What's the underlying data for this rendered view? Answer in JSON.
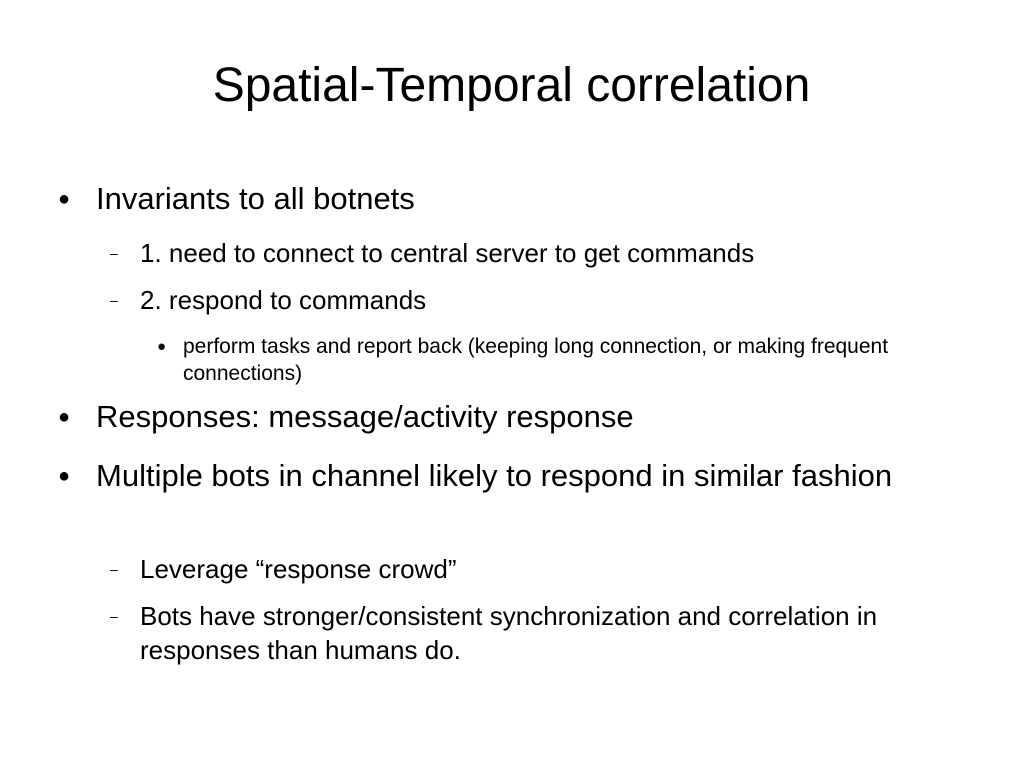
{
  "slide": {
    "title": "Spatial-Temporal correlation",
    "bullet_glyph": "●",
    "dash_glyph": "–",
    "items": [
      {
        "text": "Invariants to all botnets"
      },
      {
        "text": "1. need to connect to central server to get commands"
      },
      {
        "text": "2. respond to commands"
      },
      {
        "text": " perform tasks and report back (keeping long connection, or making frequent connections)"
      },
      {
        "text": "Responses: message/activity response"
      },
      {
        "text": "Multiple bots in channel likely to respond in similar fashion"
      },
      {
        "text": "Leverage “response crowd”"
      },
      {
        "text": "Bots have stronger/consistent synchronization and correlation in responses than humans do."
      }
    ]
  }
}
